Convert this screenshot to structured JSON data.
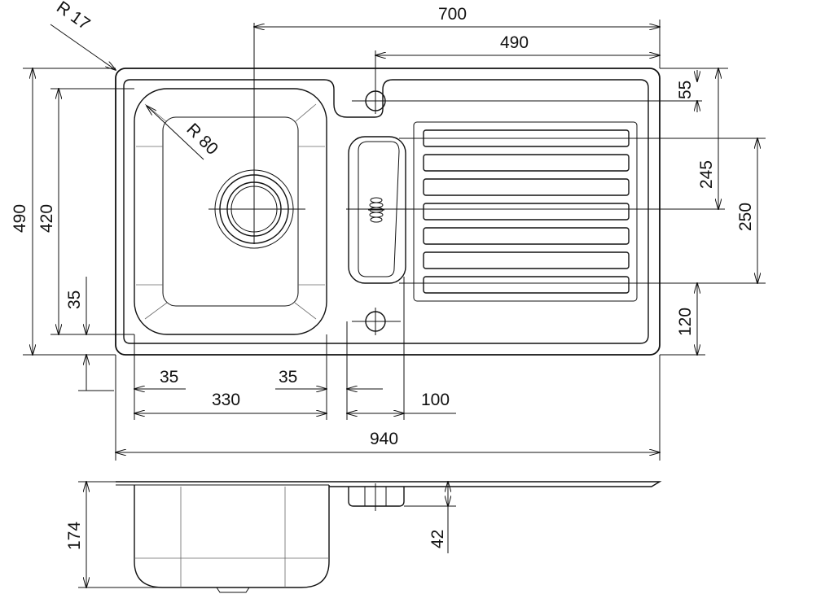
{
  "dimensions": {
    "r17": "R 17",
    "r80": "R 80",
    "width_700": "700",
    "width_490": "490",
    "height_490": "490",
    "height_420": "420",
    "offset_35_left": "35",
    "height_55": "55",
    "height_245": "245",
    "height_250": "250",
    "height_120": "120",
    "bowl_margin_left_35": "35",
    "bowl_margin_right_35": "35",
    "bowl_width_330": "330",
    "drain_100": "100",
    "overall_940": "940",
    "depth_174": "174",
    "depth_42": "42"
  },
  "colors": {
    "line": "#111111",
    "background": "#ffffff"
  }
}
